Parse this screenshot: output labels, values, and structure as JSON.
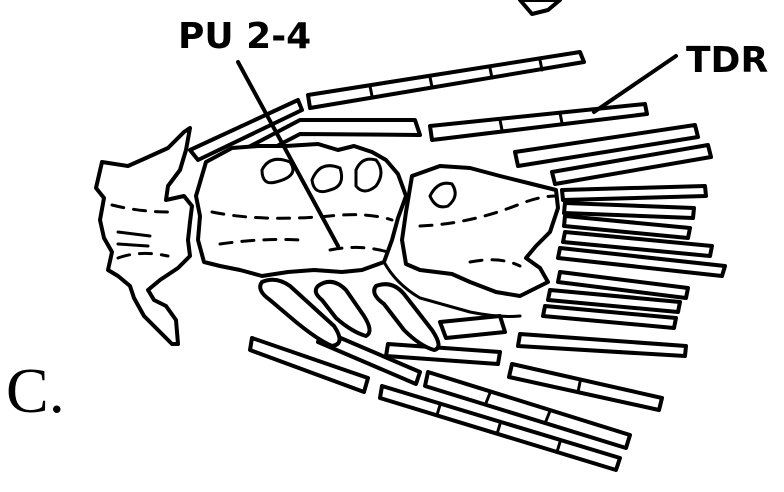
{
  "figure": {
    "panel_label": "C.",
    "labels": {
      "pu": "PU 2-4",
      "tdr": "TDR"
    }
  }
}
